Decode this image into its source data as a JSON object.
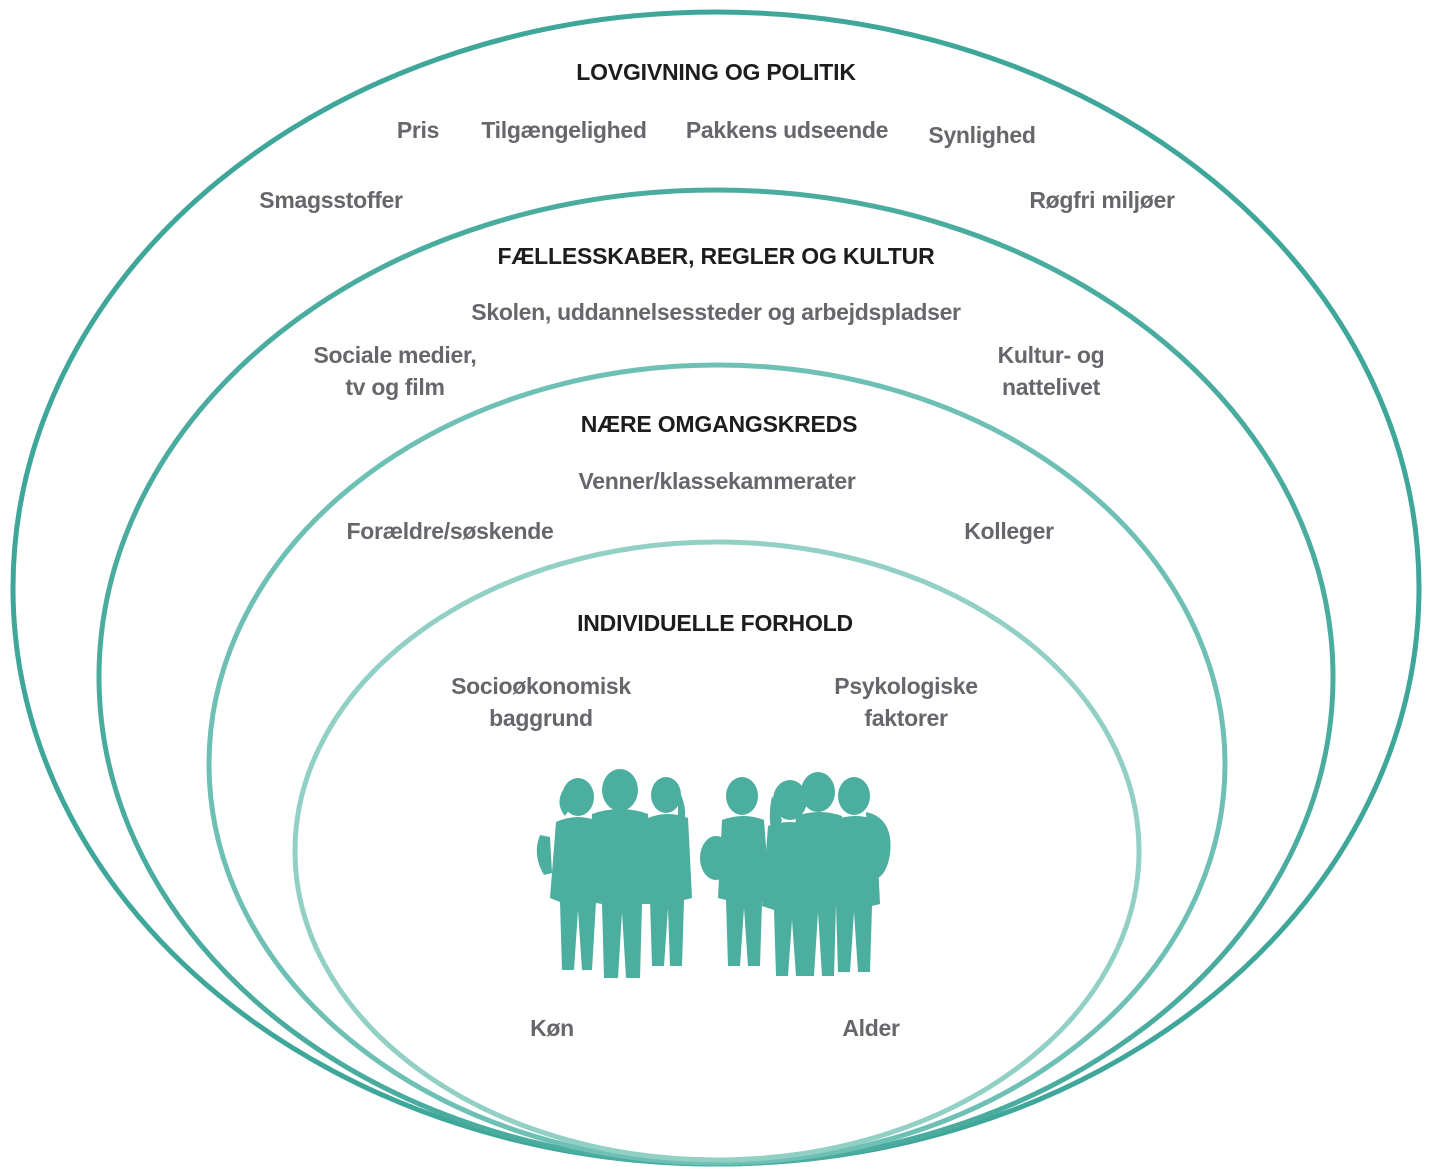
{
  "colors": {
    "ring_outer": "#3fa69a",
    "ring_2": "#4aac9f",
    "ring_3": "#6ec0b5",
    "ring_inner": "#92d0c6",
    "silhouette": "#4bae9e",
    "heading": "#1d1d1f",
    "label": "#66676b"
  },
  "rings": [
    {
      "heading": "LOVGIVNING OG POLITIK",
      "items": [
        "Pris",
        "Tilgængelighed",
        "Pakkens udseende",
        "Synlighed",
        "Smagsstoffer",
        "Røgfri miljøer"
      ]
    },
    {
      "heading": "FÆLLESSKABER, REGLER OG KULTUR",
      "items": [
        "Skolen, uddannelsessteder og arbejdspladser",
        [
          "Sociale medier,",
          "tv og film"
        ],
        [
          "Kultur- og",
          "nattelivet"
        ]
      ]
    },
    {
      "heading": "NÆRE OMGANGSKREDS",
      "items": [
        "Venner/klassekammerater",
        "Forældre/søskende",
        "Kolleger"
      ]
    },
    {
      "heading": "INDIVIDUELLE FORHOLD",
      "items": [
        [
          "Socioøkonomisk",
          "baggrund"
        ],
        [
          "Psykologiske",
          "faktorer"
        ],
        "Køn",
        "Alder"
      ]
    }
  ],
  "illustration": {
    "icon": "group-of-young-people-silhouette",
    "count": 7
  }
}
